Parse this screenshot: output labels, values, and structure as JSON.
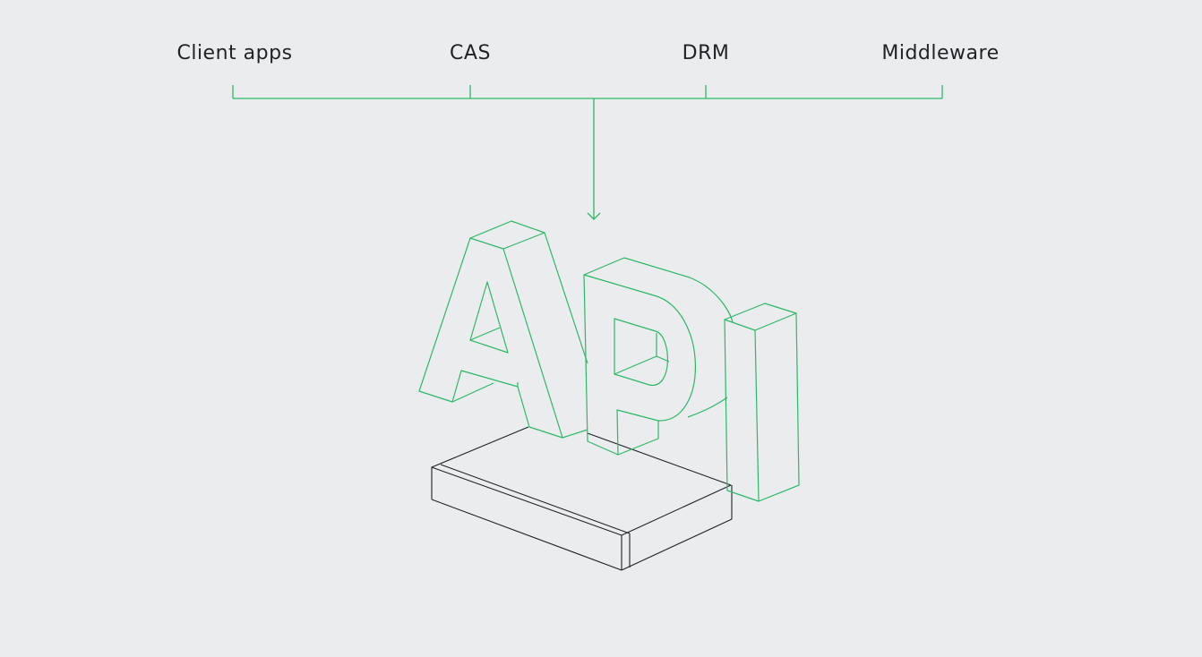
{
  "sources": [
    {
      "label": "Client apps"
    },
    {
      "label": "CAS"
    },
    {
      "label": "DRM"
    },
    {
      "label": "Middleware"
    }
  ],
  "center_glyphs": "API",
  "colors": {
    "background": "#ebecee",
    "accent_green": "#2db866",
    "outline_dark": "#1f2227",
    "text": "#1f2227"
  }
}
